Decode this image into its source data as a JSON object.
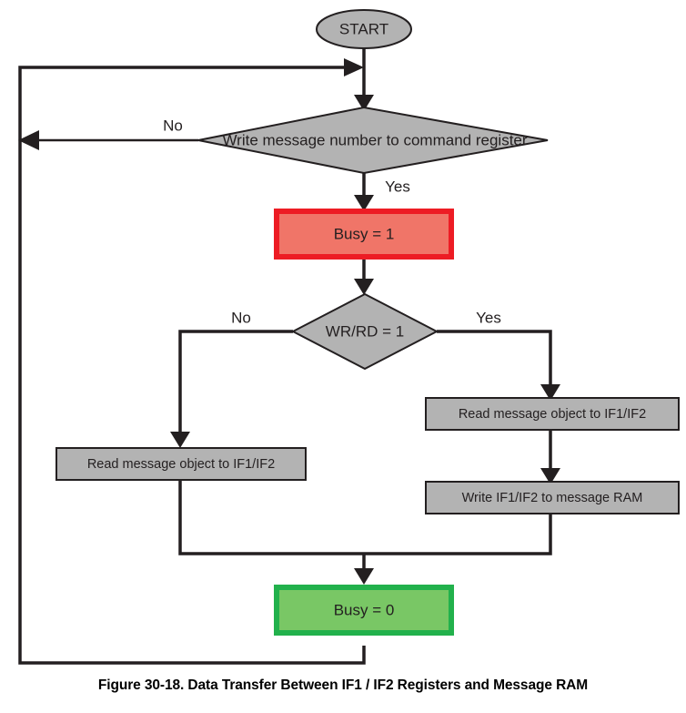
{
  "figure": {
    "caption": "Figure 30-18. Data Transfer Between IF1 / IF2 Registers and Message RAM",
    "colors": {
      "node_gray_fill": "#b3b3b3",
      "node_outline": "#231f20",
      "busy_on_fill": "#f07568",
      "busy_on_border": "#ed1c24",
      "busy_off_fill": "#79c765",
      "busy_off_border": "#22b14c",
      "background": "#ffffff"
    }
  },
  "nodes": {
    "start": {
      "label": "START",
      "type": "terminator"
    },
    "write_command_register": {
      "label": "Write message number to command register",
      "type": "decision"
    },
    "busy_set": {
      "label": "Busy = 1",
      "type": "process"
    },
    "wr_rd_check": {
      "label": "WR/RD = 1",
      "type": "decision"
    },
    "read_left": {
      "label": "Read message object to IF1/IF2",
      "type": "process"
    },
    "read_right": {
      "label": "Read message object to IF1/IF2",
      "type": "process"
    },
    "write_ram": {
      "label": "Write IF1/IF2 to message RAM",
      "type": "process"
    },
    "busy_clear": {
      "label": "Busy = 0",
      "type": "process"
    }
  },
  "edge_labels": {
    "command_no": "No",
    "command_yes": "Yes",
    "wrrd_no": "No",
    "wrrd_yes": "Yes"
  }
}
